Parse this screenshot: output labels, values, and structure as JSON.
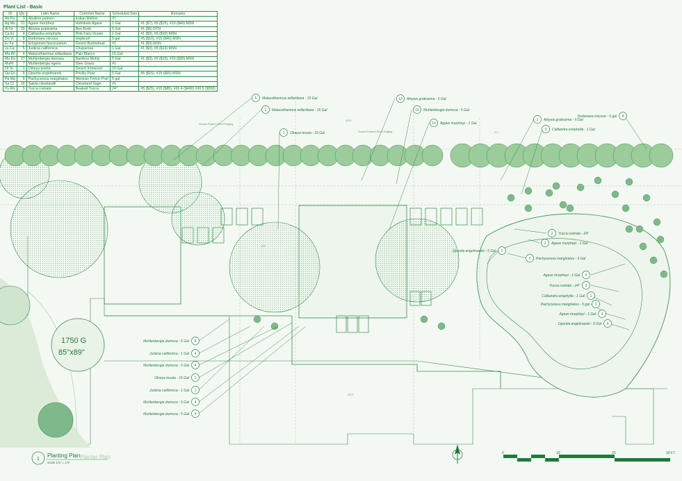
{
  "plant_list": {
    "title": "Plant List - Basic",
    "headers": [
      "ID",
      "Qty",
      "Latin Name",
      "Common Name",
      "Scheduled Size",
      "Remarks"
    ],
    "rows": [
      [
        "Ab Pa",
        "3",
        "Abutilon palmeri",
        "Indian Mallow",
        "#1",
        ""
      ],
      [
        "Ag Mu",
        "21",
        "Agave murpheyi",
        "Hohokam Agave",
        "1 Gal",
        "#1 ($7), #5 ($15), #10 ($40) MSN"
      ],
      [
        "Al Gr",
        "15",
        "Aloysia gratissima",
        "Bee Bush",
        "5 Gal",
        "#1 ($6) DTN"
      ],
      [
        "Ca Er",
        "4",
        "Calliandra eriophylla",
        "Pink Fairy Duster",
        "1 Gal",
        "#1 ($3), #5 ($10) MSN"
      ],
      [
        "Do Vi",
        "8",
        "Dodonaea viscosa",
        "Hopbush",
        "5 gal",
        "#5 ($10), #15 ($40) MSN"
      ],
      [
        "Er Fa",
        "6",
        "Eriogonum fasciculatum",
        "Desert Buckwheat",
        "#1",
        "#1 ($3) MSN"
      ],
      [
        "Ju Ca",
        "5",
        "Justicia californica",
        "Chuparosa",
        "1 Gal",
        "#1 ($3), #5 ($10) MSN"
      ],
      [
        "Ma Wi",
        "4",
        "Malacothamnus willardiana",
        "Palo Blanco",
        "15 Gal",
        ""
      ],
      [
        "Mu Du",
        "27",
        "Muhlenbergia dumosa",
        "Bamboo Muhly",
        "5 Gal",
        "#1 ($3), #5 ($10), #15 ($30) MSN"
      ],
      [
        "MuRi",
        "7",
        "Muhlenbergia rigens",
        "Deer Grass",
        "#1",
        ""
      ],
      [
        "Ol Te",
        "2",
        "Olneya tesota",
        "Desert Ironwood",
        "15 Gal",
        ""
      ],
      [
        "Op En",
        "5",
        "Opuntia engelmannii",
        "Prickly Pear",
        "5 Gal",
        "#5 ($15), #15 ($65) MSN"
      ],
      [
        "Pa Ma",
        "6",
        "Pachycereus marginatus",
        "Mexican Fence Post",
        "5 gal",
        ""
      ],
      [
        "Sa Cl",
        "16",
        "Salvia clevelandii",
        "Cleveland Sage",
        "#1",
        ""
      ],
      [
        "Yu Ro",
        "5",
        "Yucca rostrata",
        "Beaked Yucca",
        "24\"",
        "#5 ($25), #15 ($85), #20 4 ($400) #20 5 ($550)"
      ]
    ]
  },
  "callouts": [
    {
      "num": "5",
      "label": "Malacothamnus willardiana - 15 Gal"
    },
    {
      "num": "2",
      "label": "Malacothamnus willardiana - 15 Gal"
    },
    {
      "num": "1",
      "label": "Olneya tesota - 15 Gal"
    },
    {
      "num": "13",
      "label": "Aloysia gratissima - 5 Gal"
    },
    {
      "num": "10",
      "label": "Muhlenbergia dumosa - 5 Gal"
    },
    {
      "num": "10",
      "label": "Agave murpheyi - 1 Gal"
    },
    {
      "num": "2",
      "label": "Aloysia gratissima - 5 Gal"
    },
    {
      "num": "3",
      "label": "Calliandra eriophylla - 1 Gal"
    },
    {
      "num": "8",
      "label": "Dodonaea viscosa - 5 gal"
    },
    {
      "num": "2",
      "label": "Yucca rostrata - 24\""
    },
    {
      "num": "3",
      "label": "Agave murpheyi - 1 Gal"
    },
    {
      "num": "1",
      "label": "Opuntia engelmannii - 5 Gal"
    },
    {
      "num": "5",
      "label": "Pachycereus marginatus - 5 Gal"
    },
    {
      "num": "5",
      "label": "Agave murpheyi - 1 Gal"
    },
    {
      "num": "3",
      "label": "Yucca rostrata - 24\""
    },
    {
      "num": "1",
      "label": "Calliandra eriophylla - 1 Gal"
    },
    {
      "num": "3",
      "label": "Pachycereus marginatus - 5 gal"
    },
    {
      "num": "3",
      "label": "Agave murpheyi - 1 Gal"
    },
    {
      "num": "4",
      "label": "Opuntia engelmannii - 5 Gal"
    },
    {
      "num": "8",
      "label": "Muhlenbergia dumosa - 5 Gal"
    },
    {
      "num": "4",
      "label": "Justicia californica - 1 Gal"
    },
    {
      "num": "4",
      "label": "Muhlenbergia dumosa - 5 Gal"
    },
    {
      "num": "1",
      "label": "Olneya tesota - 15 Gal"
    },
    {
      "num": "1",
      "label": "Justicia californica - 1 Gal"
    },
    {
      "num": "4",
      "label": "Muhlenbergia dumosa - 5 Gal"
    },
    {
      "num": "4",
      "label": "Muhlenbergia dumosa - 5 Gal"
    }
  ],
  "notes": {
    "edging_1": "Gravel Pathed Steel Edging",
    "edging_2": "Gravel Pathed Steel Edging",
    "tank_capacity": "1750 G",
    "tank_size": "85\"x89\""
  },
  "dimensions": [
    "33'0\"",
    "20'0\"",
    "9'2\"",
    "8'0\""
  ],
  "title_block": {
    "num": "1",
    "title": "Planting Plan",
    "ghost_title": "Planter Plan",
    "scale": "Scale 1/4\" = 1'0\""
  },
  "north_label": "N",
  "scale_bar": {
    "ticks": [
      "0",
      "10",
      "20",
      "30 FT"
    ]
  },
  "colors": {
    "line": "#1f7a3c",
    "fill_light": "#cfe5cd",
    "fill_mid": "#9ccc9c",
    "background": "#f4f8f2"
  }
}
